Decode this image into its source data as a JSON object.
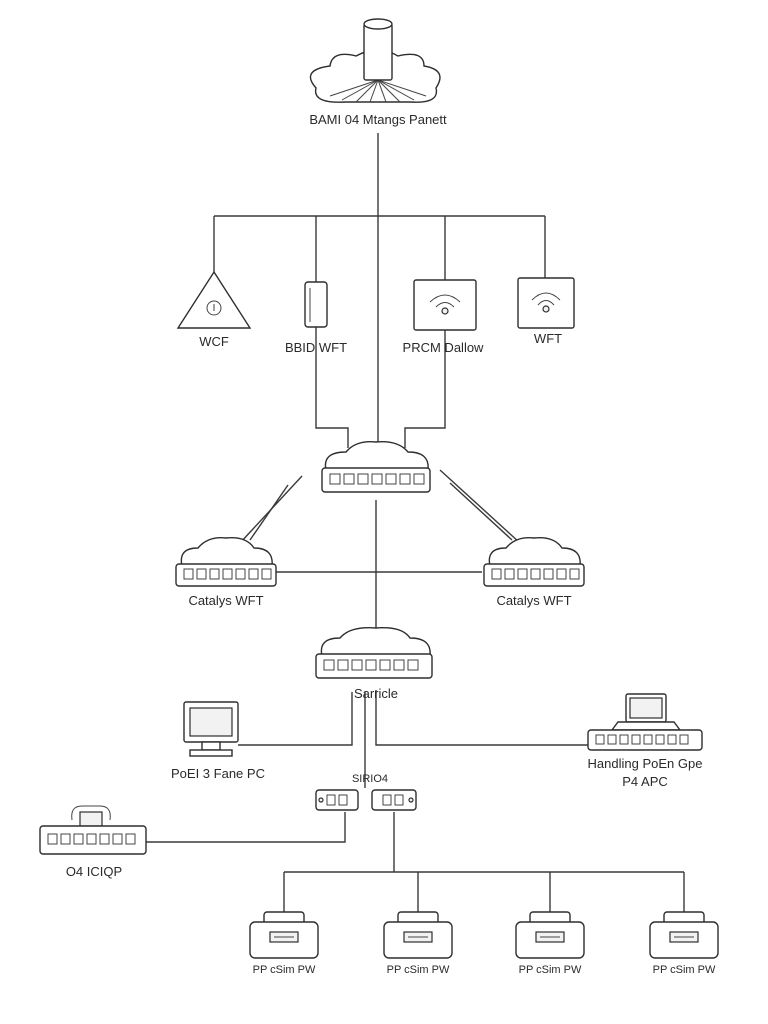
{
  "labels": {
    "top_panel": "BAMI 04 Mtangs Panett",
    "ap_warning": "WCF",
    "ap_tube": "BBID WFT",
    "ap_panel_a": "PRCM Dallow",
    "ap_panel_b": "WFT",
    "catalyst_left": "Catalys WFT",
    "catalyst_right": "Catalys WFT",
    "core_switch": "Sarricle",
    "desk_pc": "PoEI 3 Fane PC",
    "small_switch": "SIRIO4",
    "router_left": "O4 ICIQP",
    "handling_station_line1": "Handling PoEn Gpe",
    "handling_station_line2": "P4 APC",
    "printer_1": "PP cSim PW",
    "printer_2": "PP cSim PW",
    "printer_3": "PP cSim PW",
    "printer_4": "PP cSim PW"
  },
  "icons": {
    "top": "cloud-tower-icon",
    "warning": "warning-triangle-icon",
    "tube": "antenna-tube-icon",
    "panel_a": "wifi-panel-icon",
    "panel_b": "wifi-panel-icon",
    "switch": "network-switch-icon",
    "pc": "desktop-computer-icon",
    "laptop": "laptop-icon",
    "router": "router-icon",
    "printer": "printer-icon"
  },
  "colors": {
    "line": "#3a3a3a",
    "background": "#ffffff"
  }
}
